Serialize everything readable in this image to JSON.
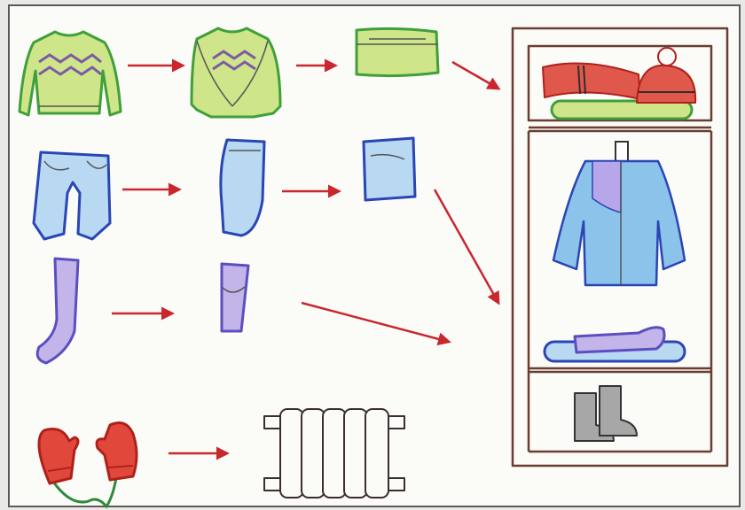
{
  "colors": {
    "background": "#e9e9e7",
    "paper": "#fbfbf8",
    "frame_border": "#5c5a57",
    "arrow": "#c9262d",
    "sweater_fill": "#cfe58a",
    "sweater_outline": "#3fa03a",
    "sweater_pattern_purple": "#7c5aa5",
    "pants_fill": "#b9d9f2",
    "pants_outline": "#2a45b5",
    "sock_fill": "#c3b4ea",
    "sock_outline": "#5b4fbf",
    "mitten_fill": "#e0483c",
    "mitten_outline": "#b0201b",
    "mitten_string": "#2e8a3a",
    "radiator_outline": "#3a2e2e",
    "scarf_fill": "#e0584b",
    "hat_fill": "#e0584b",
    "jacket_fill": "#8cc3ea",
    "jacket_lining": "#b7a6ea",
    "boots_fill": "#a7a7a7",
    "wardrobe_outline": "#6a3d2f"
  },
  "steps": [
    {
      "row": "sweater",
      "items": [
        "sweater",
        "sweater-half-folded",
        "sweater-folded"
      ],
      "destination": "wardrobe-top-shelf"
    },
    {
      "row": "pants",
      "items": [
        "pants",
        "pants-half-folded",
        "pants-folded"
      ],
      "destination": "wardrobe-middle-shelf"
    },
    {
      "row": "sock",
      "items": [
        "sock",
        "sock-folded"
      ],
      "destination": "wardrobe-lower-shelf"
    },
    {
      "row": "mittens",
      "items": [
        "mittens"
      ],
      "destination": "radiator"
    }
  ],
  "wardrobe": {
    "shelves": [
      {
        "name": "top-shelf",
        "contents": [
          "scarf",
          "knit-hat",
          "folded-sweater"
        ]
      },
      {
        "name": "hanging-section",
        "contents": [
          "jacket",
          "folded-pants-and-sock"
        ]
      },
      {
        "name": "bottom-shelf",
        "contents": [
          "boots"
        ]
      }
    ]
  },
  "icons": [
    "arrow-right-icon"
  ]
}
